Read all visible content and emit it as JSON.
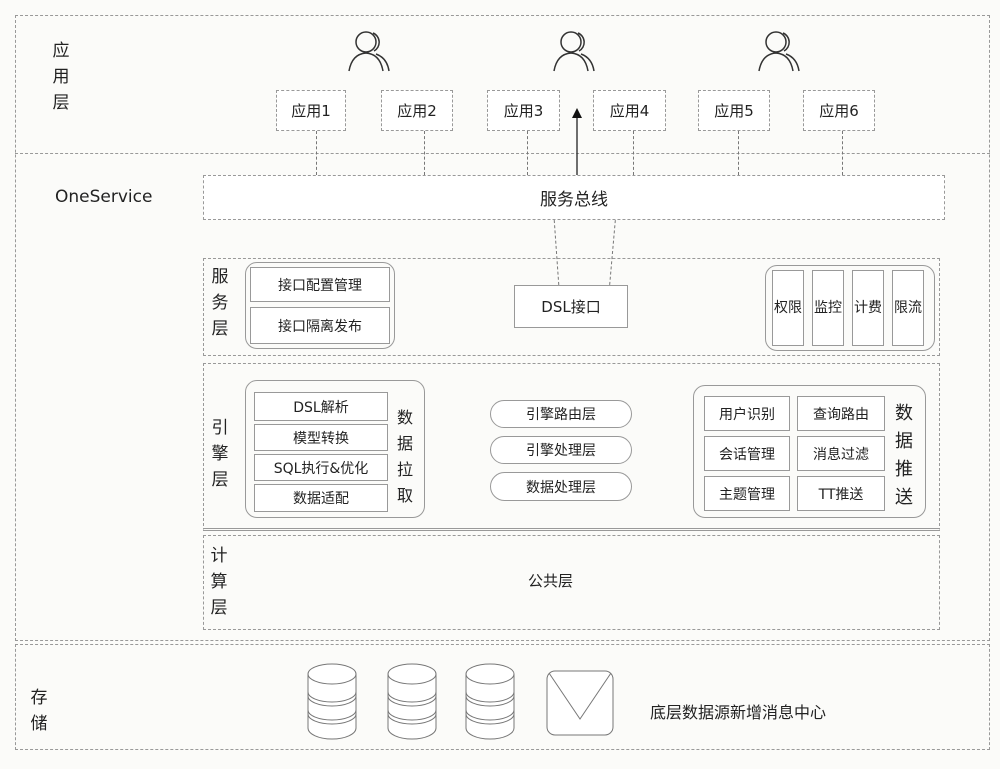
{
  "app_layer": {
    "label": "应用层",
    "apps": [
      "应用1",
      "应用2",
      "应用3",
      "应用4",
      "应用5",
      "应用6"
    ]
  },
  "oneservice": {
    "label": "OneService",
    "bus": "服务总线"
  },
  "service_layer": {
    "label": "服务层",
    "left": [
      "接口配置管理",
      "接口隔离发布"
    ],
    "dsl": "DSL接口",
    "right": [
      "权限",
      "监控",
      "计费",
      "限流"
    ]
  },
  "engine_layer": {
    "label": "引擎层",
    "pull": {
      "items": [
        "DSL解析",
        "模型转换",
        "SQL执行&优化",
        "数据适配"
      ],
      "label": "数据拉取"
    },
    "middle": [
      "引擎路由层",
      "引擎处理层",
      "数据处理层"
    ],
    "push": {
      "items": [
        "用户识别",
        "查询路由",
        "会话管理",
        "消息过滤",
        "主题管理",
        "TT推送"
      ],
      "label": "数据推送"
    }
  },
  "compute_layer": {
    "label": "计算层",
    "public": "公共层"
  },
  "storage": {
    "label": "存储",
    "message_center": "底层数据源新增消息中心"
  }
}
